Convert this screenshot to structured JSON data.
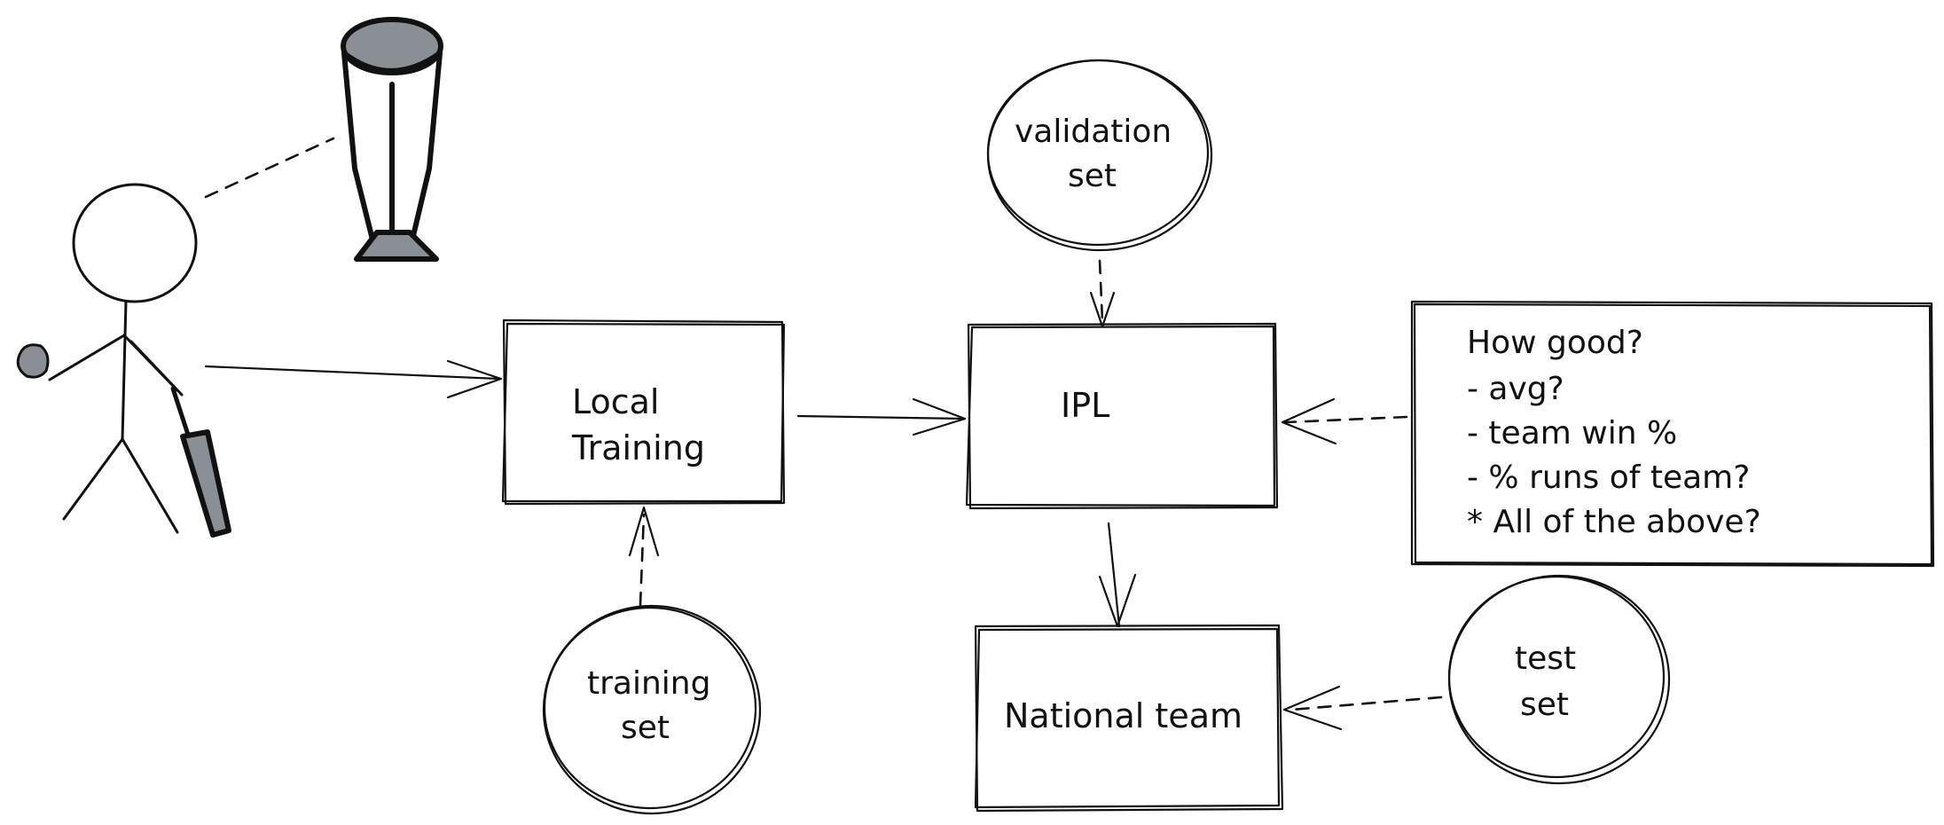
{
  "nodes": {
    "local_training": {
      "line1": "Local",
      "line2": "Training"
    },
    "ipl": {
      "label": "IPL"
    },
    "national_team": {
      "label": "National team"
    },
    "validation_set": {
      "line1": "validation",
      "line2": "set"
    },
    "training_set": {
      "line1": "training",
      "line2": "set"
    },
    "test_set": {
      "line1": "test",
      "line2": "set"
    }
  },
  "criteria_box": {
    "lines": [
      "How good?",
      "- avg?",
      "- team win %",
      "- % runs of team?",
      "* All of the above?"
    ]
  },
  "colors": {
    "ink": "#111111",
    "grey": "#8a8f96",
    "background": "#ffffff"
  },
  "icons": [
    "stick-figure-batsman-icon",
    "trophy-icon",
    "cricket-ball-icon",
    "cricket-bat-icon"
  ]
}
